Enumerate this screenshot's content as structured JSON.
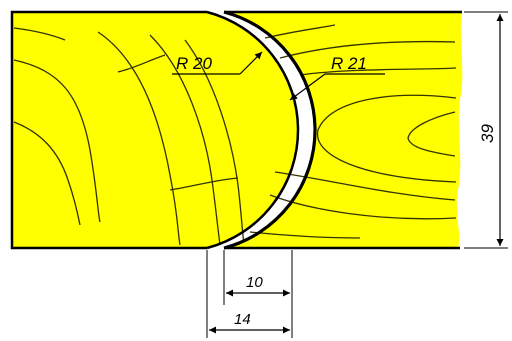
{
  "diagram": {
    "colors": {
      "wood_fill": "#ffff00",
      "outline": "#000000",
      "grain": "#333300",
      "background": "#ffffff"
    },
    "labels": {
      "radius_convex": "R 20",
      "radius_concave": "R 21",
      "height": "39",
      "depth_inner": "10",
      "depth_outer": "14"
    }
  }
}
